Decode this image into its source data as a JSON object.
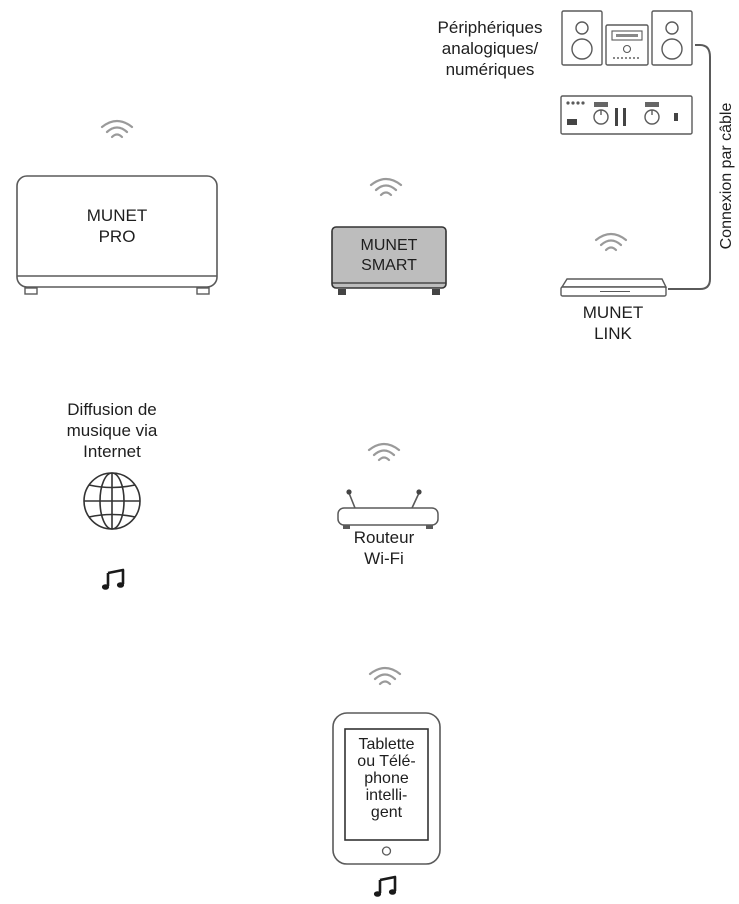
{
  "devices": {
    "munet_pro": {
      "line1": "MUNET",
      "line2": "PRO"
    },
    "munet_smart": {
      "line1": "MUNET",
      "line2": "SMART"
    },
    "munet_link": {
      "line1": "MUNET",
      "line2": "LINK"
    },
    "router": {
      "line1": "Routeur",
      "line2": "Wi-Fi"
    },
    "tablet": {
      "lines": [
        "Tablette",
        "ou Télé-",
        "phone",
        "intelli-",
        "gent"
      ]
    }
  },
  "peripherals": {
    "lines": [
      "Périphériques",
      "analogiques/",
      "numériques"
    ]
  },
  "cable_label": "Connexion par câble",
  "internet": {
    "lines": [
      "Diffusion de",
      "musique via",
      "Internet"
    ]
  },
  "icons": {
    "wifi": "wifi-icon",
    "music": "music-note-icon",
    "globe": "globe-icon"
  },
  "colors": {
    "line": "#4a4a4a",
    "smart_fill": "#bdbdbd",
    "text": "#1e1e1e"
  }
}
